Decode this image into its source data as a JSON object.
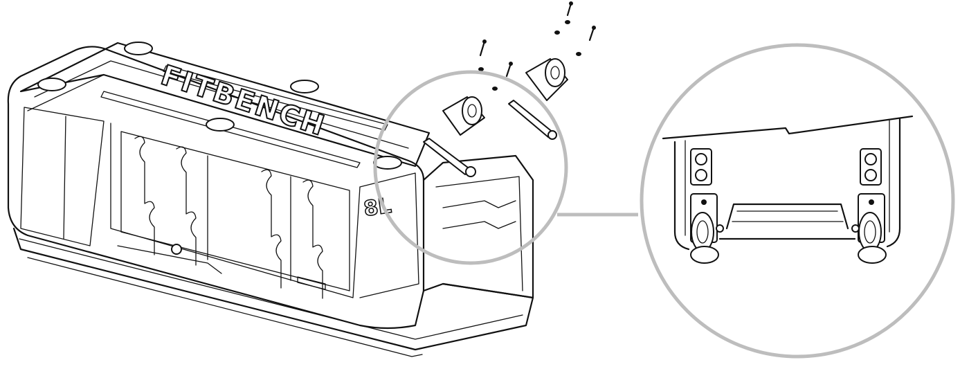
{
  "diagram": {
    "brand_logo_text": "FITBENCH",
    "side_badge_text": "8L",
    "colors": {
      "line": "#111111",
      "callout": "#bdbdbd",
      "background": "#ffffff"
    },
    "parts": [
      "bench-body",
      "storage-rack",
      "caster-wheel",
      "mounting-plate",
      "screw"
    ]
  }
}
